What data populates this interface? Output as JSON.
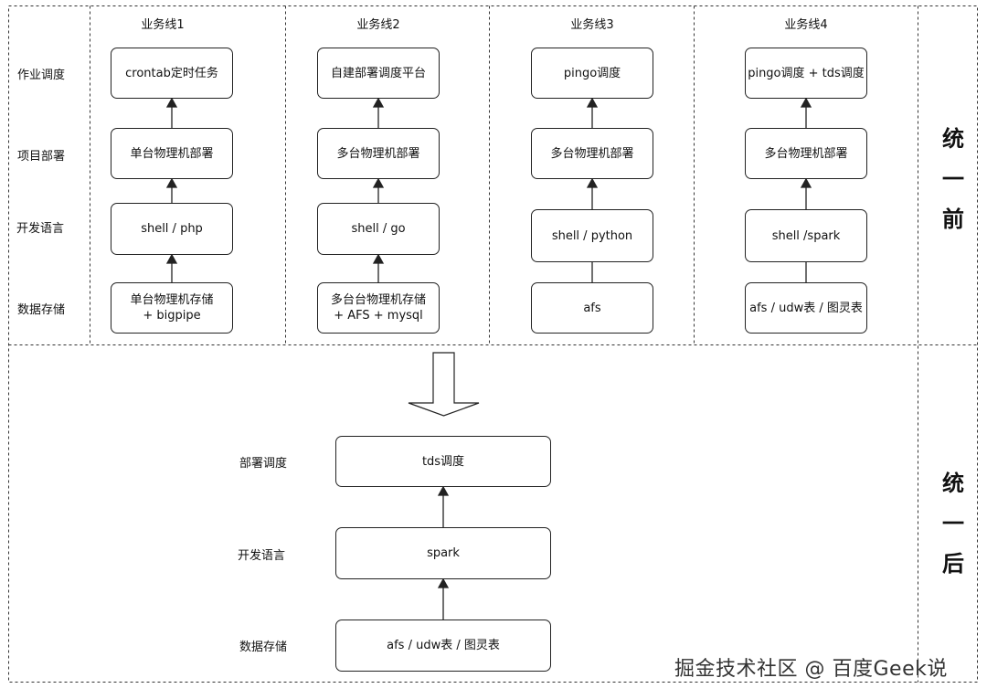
{
  "top": {
    "row_labels": [
      "作业调度",
      "项目部署",
      "开发语言",
      "数据存储"
    ],
    "side_label": "统\n一\n前",
    "columns": [
      {
        "title": "业务线1",
        "boxes": [
          "crontab定时任务",
          "单台物理机部署",
          "shell / php",
          "单台物理机存储\n+ bigpipe"
        ]
      },
      {
        "title": "业务线2",
        "boxes": [
          "自建部署调度平台",
          "多台物理机部署",
          "shell / go",
          "多台台物理机存储\n+ AFS + mysql"
        ]
      },
      {
        "title": "业务线3",
        "boxes": [
          "pingo调度",
          "多台物理机部署",
          "shell / python",
          "afs"
        ]
      },
      {
        "title": "业务线4",
        "boxes": [
          "pingo调度 + tds调度",
          "多台物理机部署",
          "shell /spark",
          "afs / udw表 / 图灵表"
        ]
      }
    ]
  },
  "bottom": {
    "row_labels": [
      "部署调度",
      "开发语言",
      "数据存储"
    ],
    "side_label": "统\n一\n后",
    "boxes": [
      "tds调度",
      "spark",
      "afs / udw表 / 图灵表"
    ]
  },
  "watermark": "掘金技术社区 @ 百度Geek说"
}
